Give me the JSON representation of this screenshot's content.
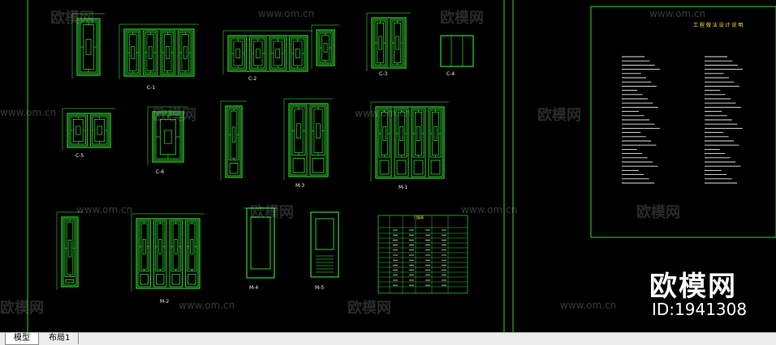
{
  "watermarks": {
    "url": "www.om.cn",
    "brand": "欧模网",
    "id_label": "ID:1941308"
  },
  "drawing_labels": {
    "c1": "C-1",
    "c2": "C-2",
    "c3": "C-3",
    "c4": "C-4",
    "c5": "C-5",
    "c6": "C-6",
    "m3": "M-3",
    "m1": "M-1",
    "m2": "M-2",
    "m4": "M-4",
    "m5": "M-5",
    "table_title": "门窗表"
  },
  "notes_panel": {
    "title": "工 程 做 法 设 计 说 明"
  },
  "tabs": [
    {
      "label": "模型",
      "active": true
    },
    {
      "label": "布局1",
      "active": false
    }
  ],
  "colors": {
    "background": "#000000",
    "lines": "#37ff37",
    "frame": "#2fd42f",
    "tabbar": "#ececec"
  }
}
